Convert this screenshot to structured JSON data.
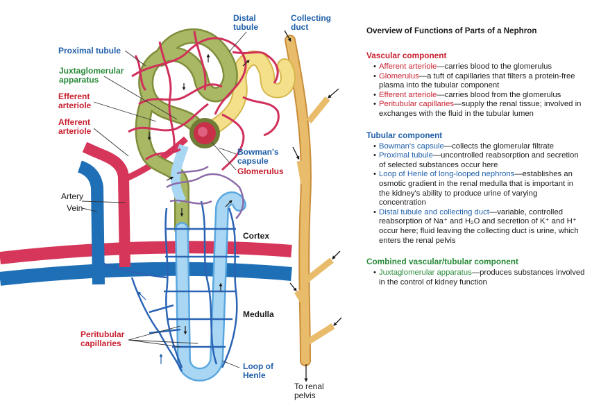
{
  "labels": {
    "distal_tubule": "Distal\ntubule",
    "collecting_duct": "Collecting\nduct",
    "proximal_tubule": "Proximal tubule",
    "juxtaglomerular": "Juxtaglomerular\napparatus",
    "efferent_arteriole": "Efferent\narteriole",
    "afferent_arteriole": "Afferent\narteriole",
    "bowmans_capsule": "Bowman's\ncapsule",
    "glomerulus": "Glomerulus",
    "artery": "Artery",
    "vein": "Vein",
    "cortex": "Cortex",
    "medulla": "Medulla",
    "peritubular": "Peritubular\ncapillaries",
    "loop_of_henle": "Loop of\nHenle",
    "to_renal_pelvis": "To renal\npelvis"
  },
  "colors": {
    "artery": "#d6365a",
    "vein": "#1f6fb6",
    "capillary": "#d0305a",
    "proximal": "#9fae5a",
    "distal_yellow": "#f4e08a",
    "loop_blue": "#8fc9ee",
    "duct": "#e0b15c",
    "purple_net": "#8b6aa8",
    "red_text": "#c8202f",
    "blue_text": "#1f5fa8",
    "green_text": "#2a8a3a"
  },
  "panel": {
    "title": "Overview of Functions of Parts of a Nephron",
    "vascular": {
      "heading": "Vascular component",
      "items": [
        {
          "term": "Afferent arteriole",
          "text": "—carries blood to the glomerulus"
        },
        {
          "term": "Glomerulus",
          "text": "—a tuft of capillaries that filters a protein-free plasma into the tubular component"
        },
        {
          "term": "Efferent arteriole",
          "text": "—carries blood from the glomerulus"
        },
        {
          "term": "Peritubular capillaries",
          "text": "—supply the renal tissue; involved in exchanges with the fluid in the tubular lumen"
        }
      ]
    },
    "tubular": {
      "heading": "Tubular component",
      "items": [
        {
          "term": "Bowman's capsule",
          "text": "—collects the glomerular filtrate"
        },
        {
          "term": "Proximal tubule",
          "text": "—uncontrolled reabsorption and secretion of selected substances occur here"
        },
        {
          "term": "Loop of Henle of long-looped nephrons",
          "text": "—establishes an osmotic gradient in the renal medulla that is important in the kidney's ability to produce urine of varying concentration"
        },
        {
          "term": "Distal tubule and collecting duct",
          "text": "—variable, controlled reabsorption of Na⁺ and H₂O and secretion of K⁺ and H⁺ occur here; fluid leaving the collecting duct is urine, which enters the renal pelvis"
        }
      ]
    },
    "combined": {
      "heading": "Combined vascular/tubular component",
      "items": [
        {
          "term": "Juxtaglomerular apparatus",
          "text": "—produces substances involved in the control of kidney function"
        }
      ]
    }
  }
}
